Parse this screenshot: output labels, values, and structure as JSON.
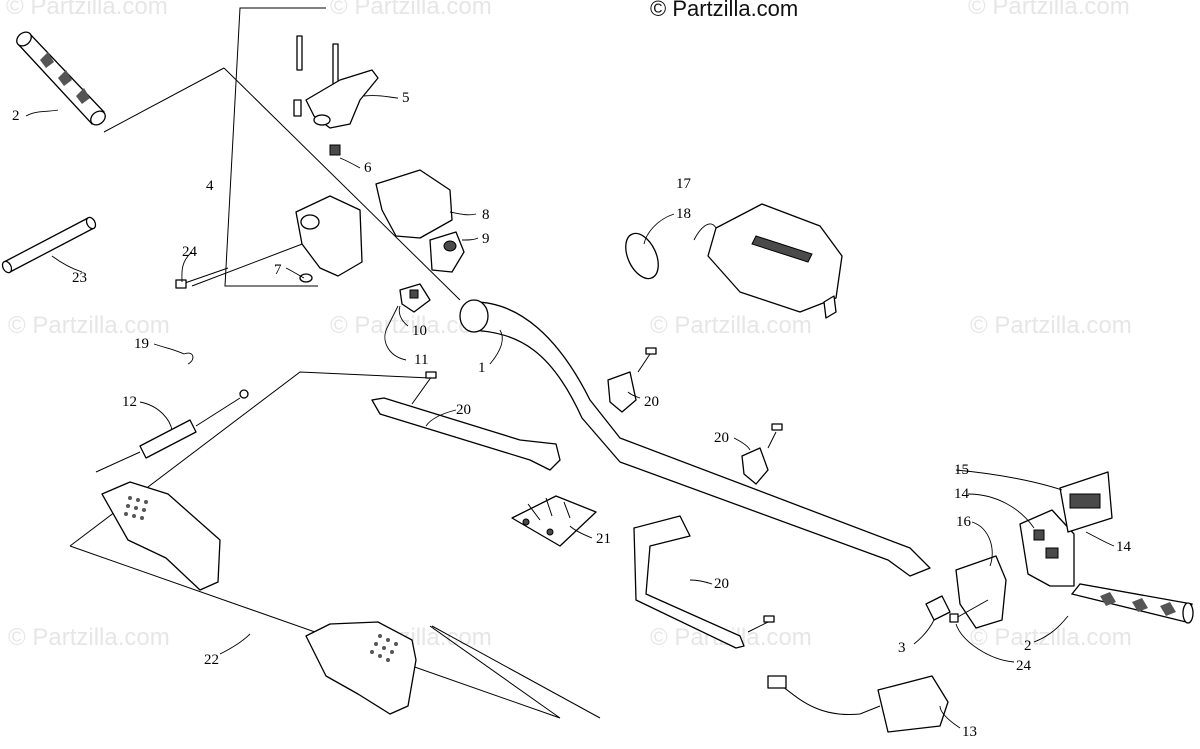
{
  "copyright": "© Partzilla.com",
  "watermark": "© Partzilla.com",
  "callouts": [
    "2",
    "5",
    "6",
    "4",
    "8",
    "9",
    "24",
    "23",
    "7",
    "10",
    "11",
    "1",
    "19",
    "12",
    "20",
    "20",
    "20",
    "17",
    "18",
    "21",
    "20",
    "22",
    "3",
    "15",
    "14",
    "14",
    "16",
    "2",
    "24",
    "13"
  ]
}
